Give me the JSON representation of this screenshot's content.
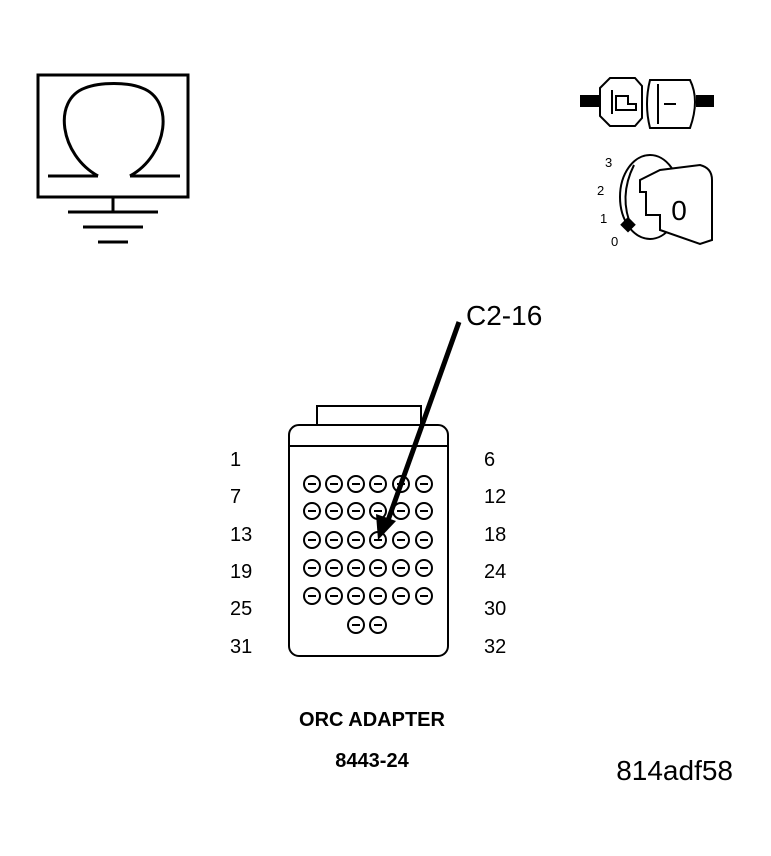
{
  "ohmmeter": {
    "symbol": "Ω"
  },
  "ignition": {
    "positions": [
      "3",
      "2",
      "1",
      "0"
    ],
    "key_label": "0"
  },
  "pointer": {
    "label": "C2-16"
  },
  "connector": {
    "title": "ORC ADAPTER",
    "part_number": "8443-24",
    "left_labels": [
      "1",
      "7",
      "13",
      "19",
      "25",
      "31"
    ],
    "right_labels": [
      "6",
      "12",
      "18",
      "24",
      "30",
      "32"
    ]
  },
  "figure_id": "814adf58"
}
